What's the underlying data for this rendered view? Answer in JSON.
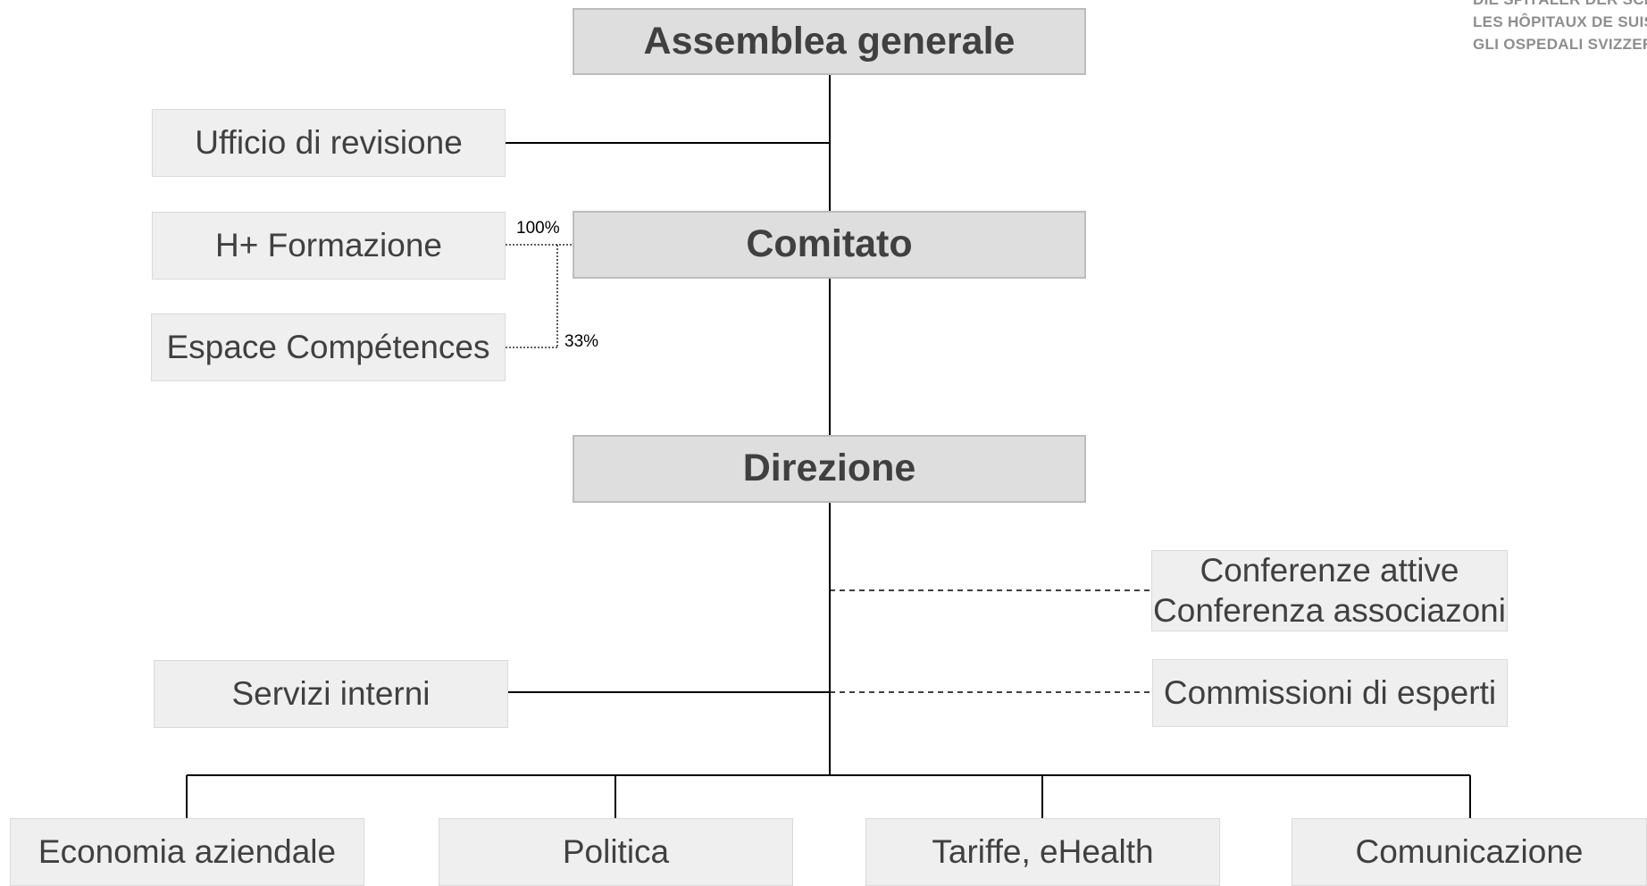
{
  "org": {
    "assemblea": "Assemblea generale",
    "ufficio_revisione": "Ufficio di revisione",
    "h_formazione": "H+ Formazione",
    "espace_competences": "Espace Compétences",
    "comitato": "Comitato",
    "direzione": "Direzione",
    "conferenze_line1": "Conferenze attive",
    "conferenze_line2": "Conferenza associazoni",
    "commissioni": "Commissioni di esperti",
    "servizi_interni": "Servizi interni",
    "departments": [
      "Economia aziendale",
      "Politica",
      "Tariffe, eHealth",
      "Comunicazione"
    ]
  },
  "shares": {
    "h_formazione": "100%",
    "espace_competences": "33%"
  },
  "logo": {
    "line1": "DIE SPITÄLER DER SCHWEIZ",
    "line2": "LES HÔPITAUX DE SUISSE",
    "line3": "GLI OSPEDALI SVIZZERI"
  }
}
